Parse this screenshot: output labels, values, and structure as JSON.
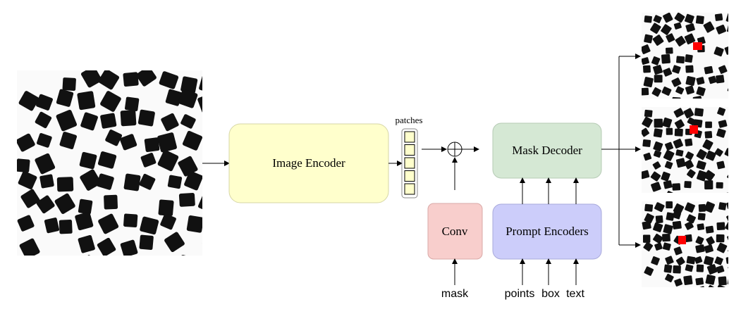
{
  "diagram": {
    "image_encoder": {
      "label": "Image Encoder",
      "fill": "#ffffcc",
      "stroke": "#d6d6a6"
    },
    "patches": {
      "label": "patches",
      "cells": 5,
      "fill": "#ffffcc"
    },
    "mask_decoder": {
      "label": "Mask Decoder",
      "fill": "#d5e8d4",
      "stroke": "#b6cbb5"
    },
    "conv": {
      "label": "Conv",
      "fill": "#f8cecc",
      "stroke": "#d9a9a7"
    },
    "prompt_encoders": {
      "label": "Prompt Encoders",
      "fill": "#cccdfa",
      "stroke": "#a9aadb"
    },
    "inputs": {
      "mask": "mask",
      "points": "points",
      "box": "box",
      "text": "text"
    },
    "highlight_color": "#ff0000",
    "particle_color": "#111111"
  }
}
